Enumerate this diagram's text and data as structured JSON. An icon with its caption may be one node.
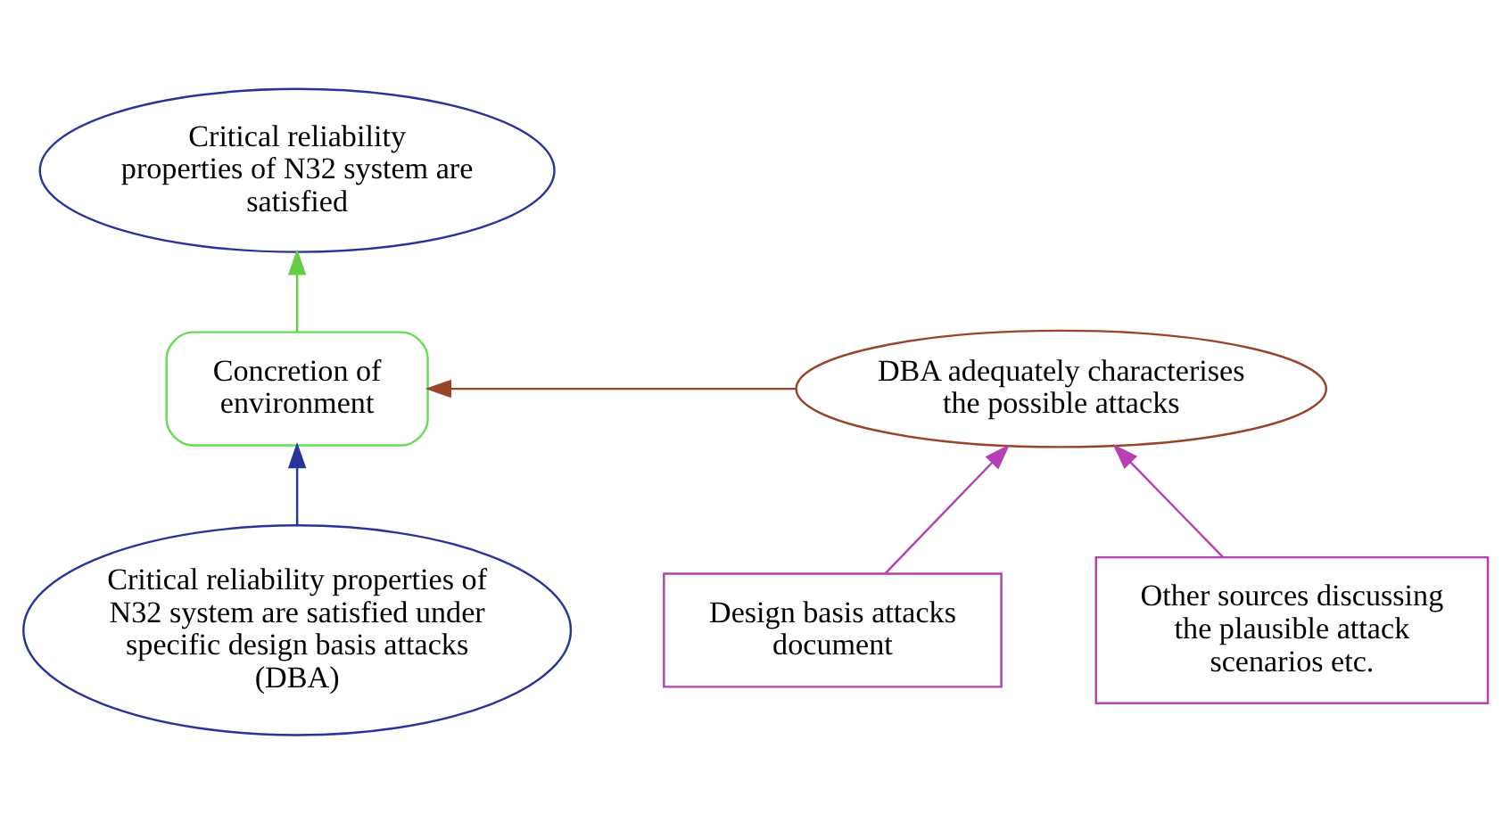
{
  "diagram": {
    "nodes": [
      {
        "text": [
          "Critical reliability properties of N32 system are satisfied"
        ]
      },
      {
        "text": [
          "Concretion of environment"
        ]
      },
      {
        "text": [
          "DBA adequately characterises the possible attacks"
        ]
      },
      {
        "text": [
          "Critical reliability properties of N32 system are satisfied under specific design basis attacks (DBA)"
        ]
      },
      {
        "text": [
          "Design basis attacks document"
        ]
      },
      {
        "text": [
          "Other sources discussing the plausible attack scenarios etc."
        ]
      }
    ],
    "edges": [
      {
        "from": 1,
        "to": 0,
        "arrow": "to",
        "color": "#66cc44"
      },
      {
        "from": 2,
        "to": 1,
        "arrow": "to",
        "color": "#99442a"
      },
      {
        "from": 3,
        "to": 1,
        "arrow": "to",
        "color": "#2a3399"
      },
      {
        "from": 4,
        "to": 2,
        "arrow": "to",
        "color": "#b540b5"
      },
      {
        "from": 5,
        "to": 2,
        "arrow": "to",
        "color": "#b540b5"
      }
    ]
  }
}
